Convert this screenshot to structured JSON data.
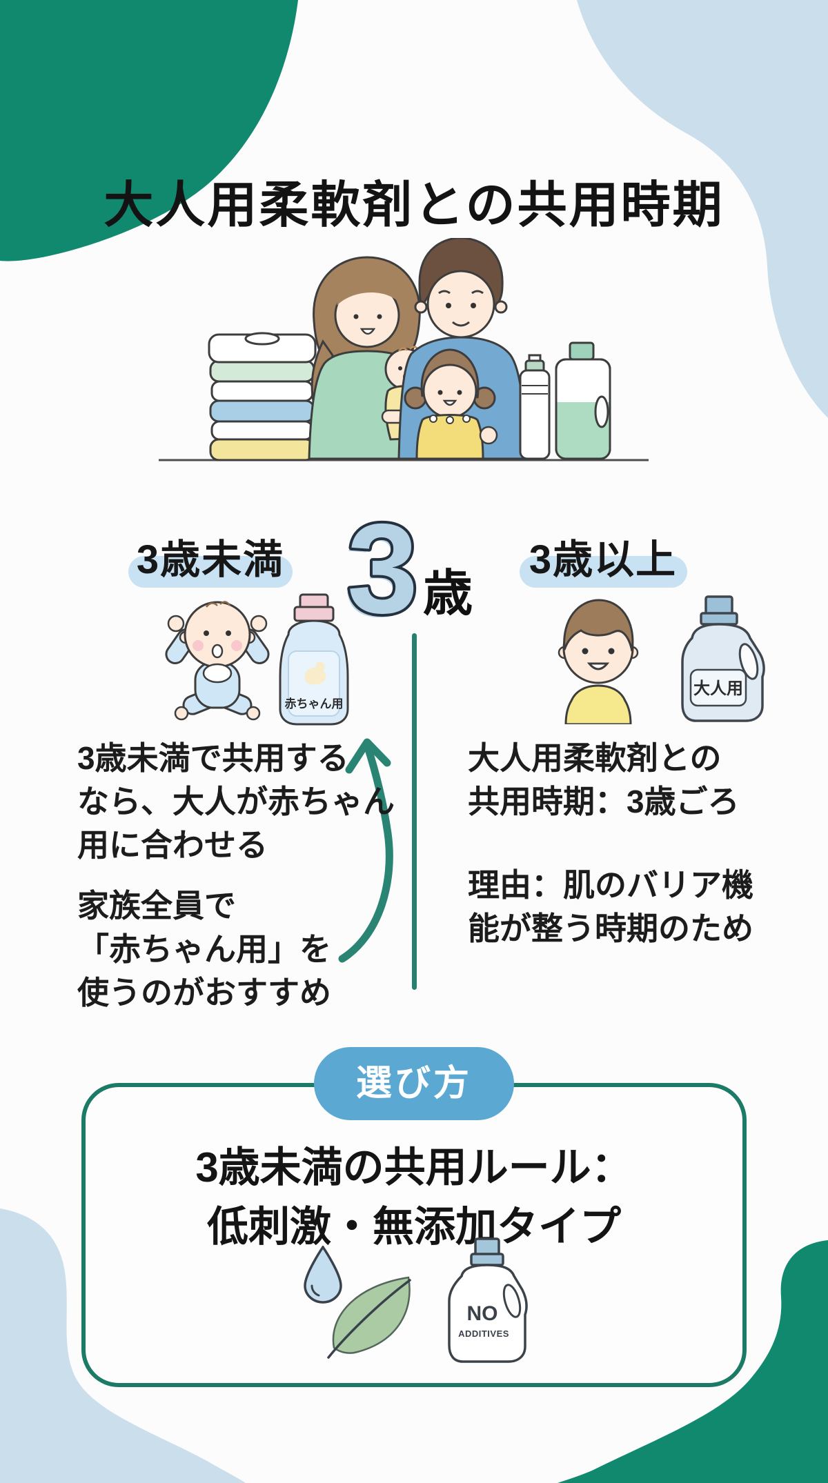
{
  "title": "大人用柔軟剤との共用時期",
  "age_comparison": {
    "under_label": "3歳未満",
    "threshold_number": "3",
    "threshold_unit": "歳",
    "over_label": "3歳以上",
    "baby_bottle_label": "赤ちゃん用",
    "adult_bottle_label": "大人用",
    "under_note_1": "3歳未満で共用する\nなら、大人が赤ちゃん\n用に合わせる",
    "under_note_2": "家族全員で\n「赤ちゃん用」を\n使うのがおすすめ",
    "over_note_1": "大人用柔軟剤との\n共用時期：3歳ごろ",
    "over_note_2": "理由：肌のバリア機\n能が整う時期のため"
  },
  "how_to_choose": {
    "badge_label": "選び方",
    "rule_line_1": "3歳未満の共用ルール：",
    "rule_line_2": "低刺激・無添加タイプ",
    "bottle_text_line_1": "NO",
    "bottle_text_line_2": "ADDITIVES"
  },
  "icons": {
    "family": "family-illustration",
    "baby": "baby-icon",
    "boy": "boy-icon",
    "baby_softener_bottle": "baby-softener-bottle-icon",
    "adult_softener_bottle": "adult-softener-bottle-icon",
    "curved_arrow": "curved-arrow-icon",
    "water_drop": "water-drop-icon",
    "leaf": "leaf-icon",
    "no_additives_bottle": "no-additives-bottle-icon"
  },
  "colors": {
    "brand_green": "#10896e",
    "soft_blue_blob": "#cbdeec",
    "pill_blue": "#c8e2f3",
    "badge_blue": "#5ba9d3",
    "teal_line": "#27806f",
    "box_border_green": "#1c7b67",
    "big_number_fill": "#b6d3e6",
    "text_black": "#1c1c1c"
  }
}
